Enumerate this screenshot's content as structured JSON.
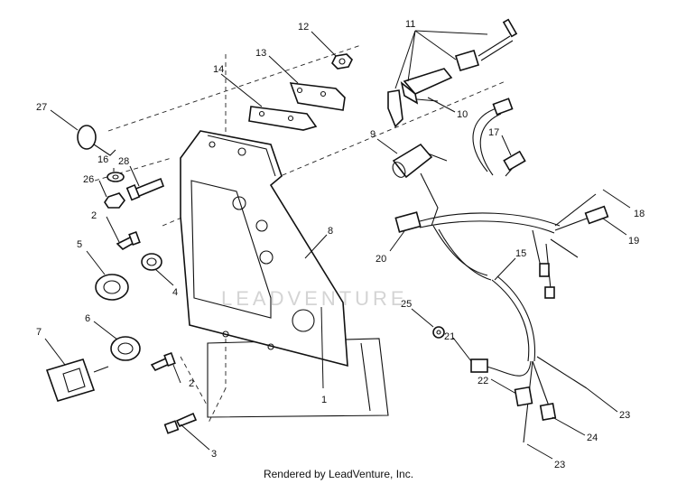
{
  "watermark": "LEADVENTURE",
  "footer": "Rendered by LeadVenture, Inc.",
  "callouts": [
    "1",
    "2",
    "2",
    "3",
    "4",
    "5",
    "6",
    "7",
    "8",
    "9",
    "10",
    "11",
    "12",
    "13",
    "14",
    "15",
    "16",
    "17",
    "18",
    "19",
    "20",
    "21",
    "22",
    "23",
    "23",
    "24",
    "25",
    "26",
    "27",
    "28"
  ],
  "colors": {
    "line": "#111111",
    "watermark": "#d4d4d4"
  }
}
